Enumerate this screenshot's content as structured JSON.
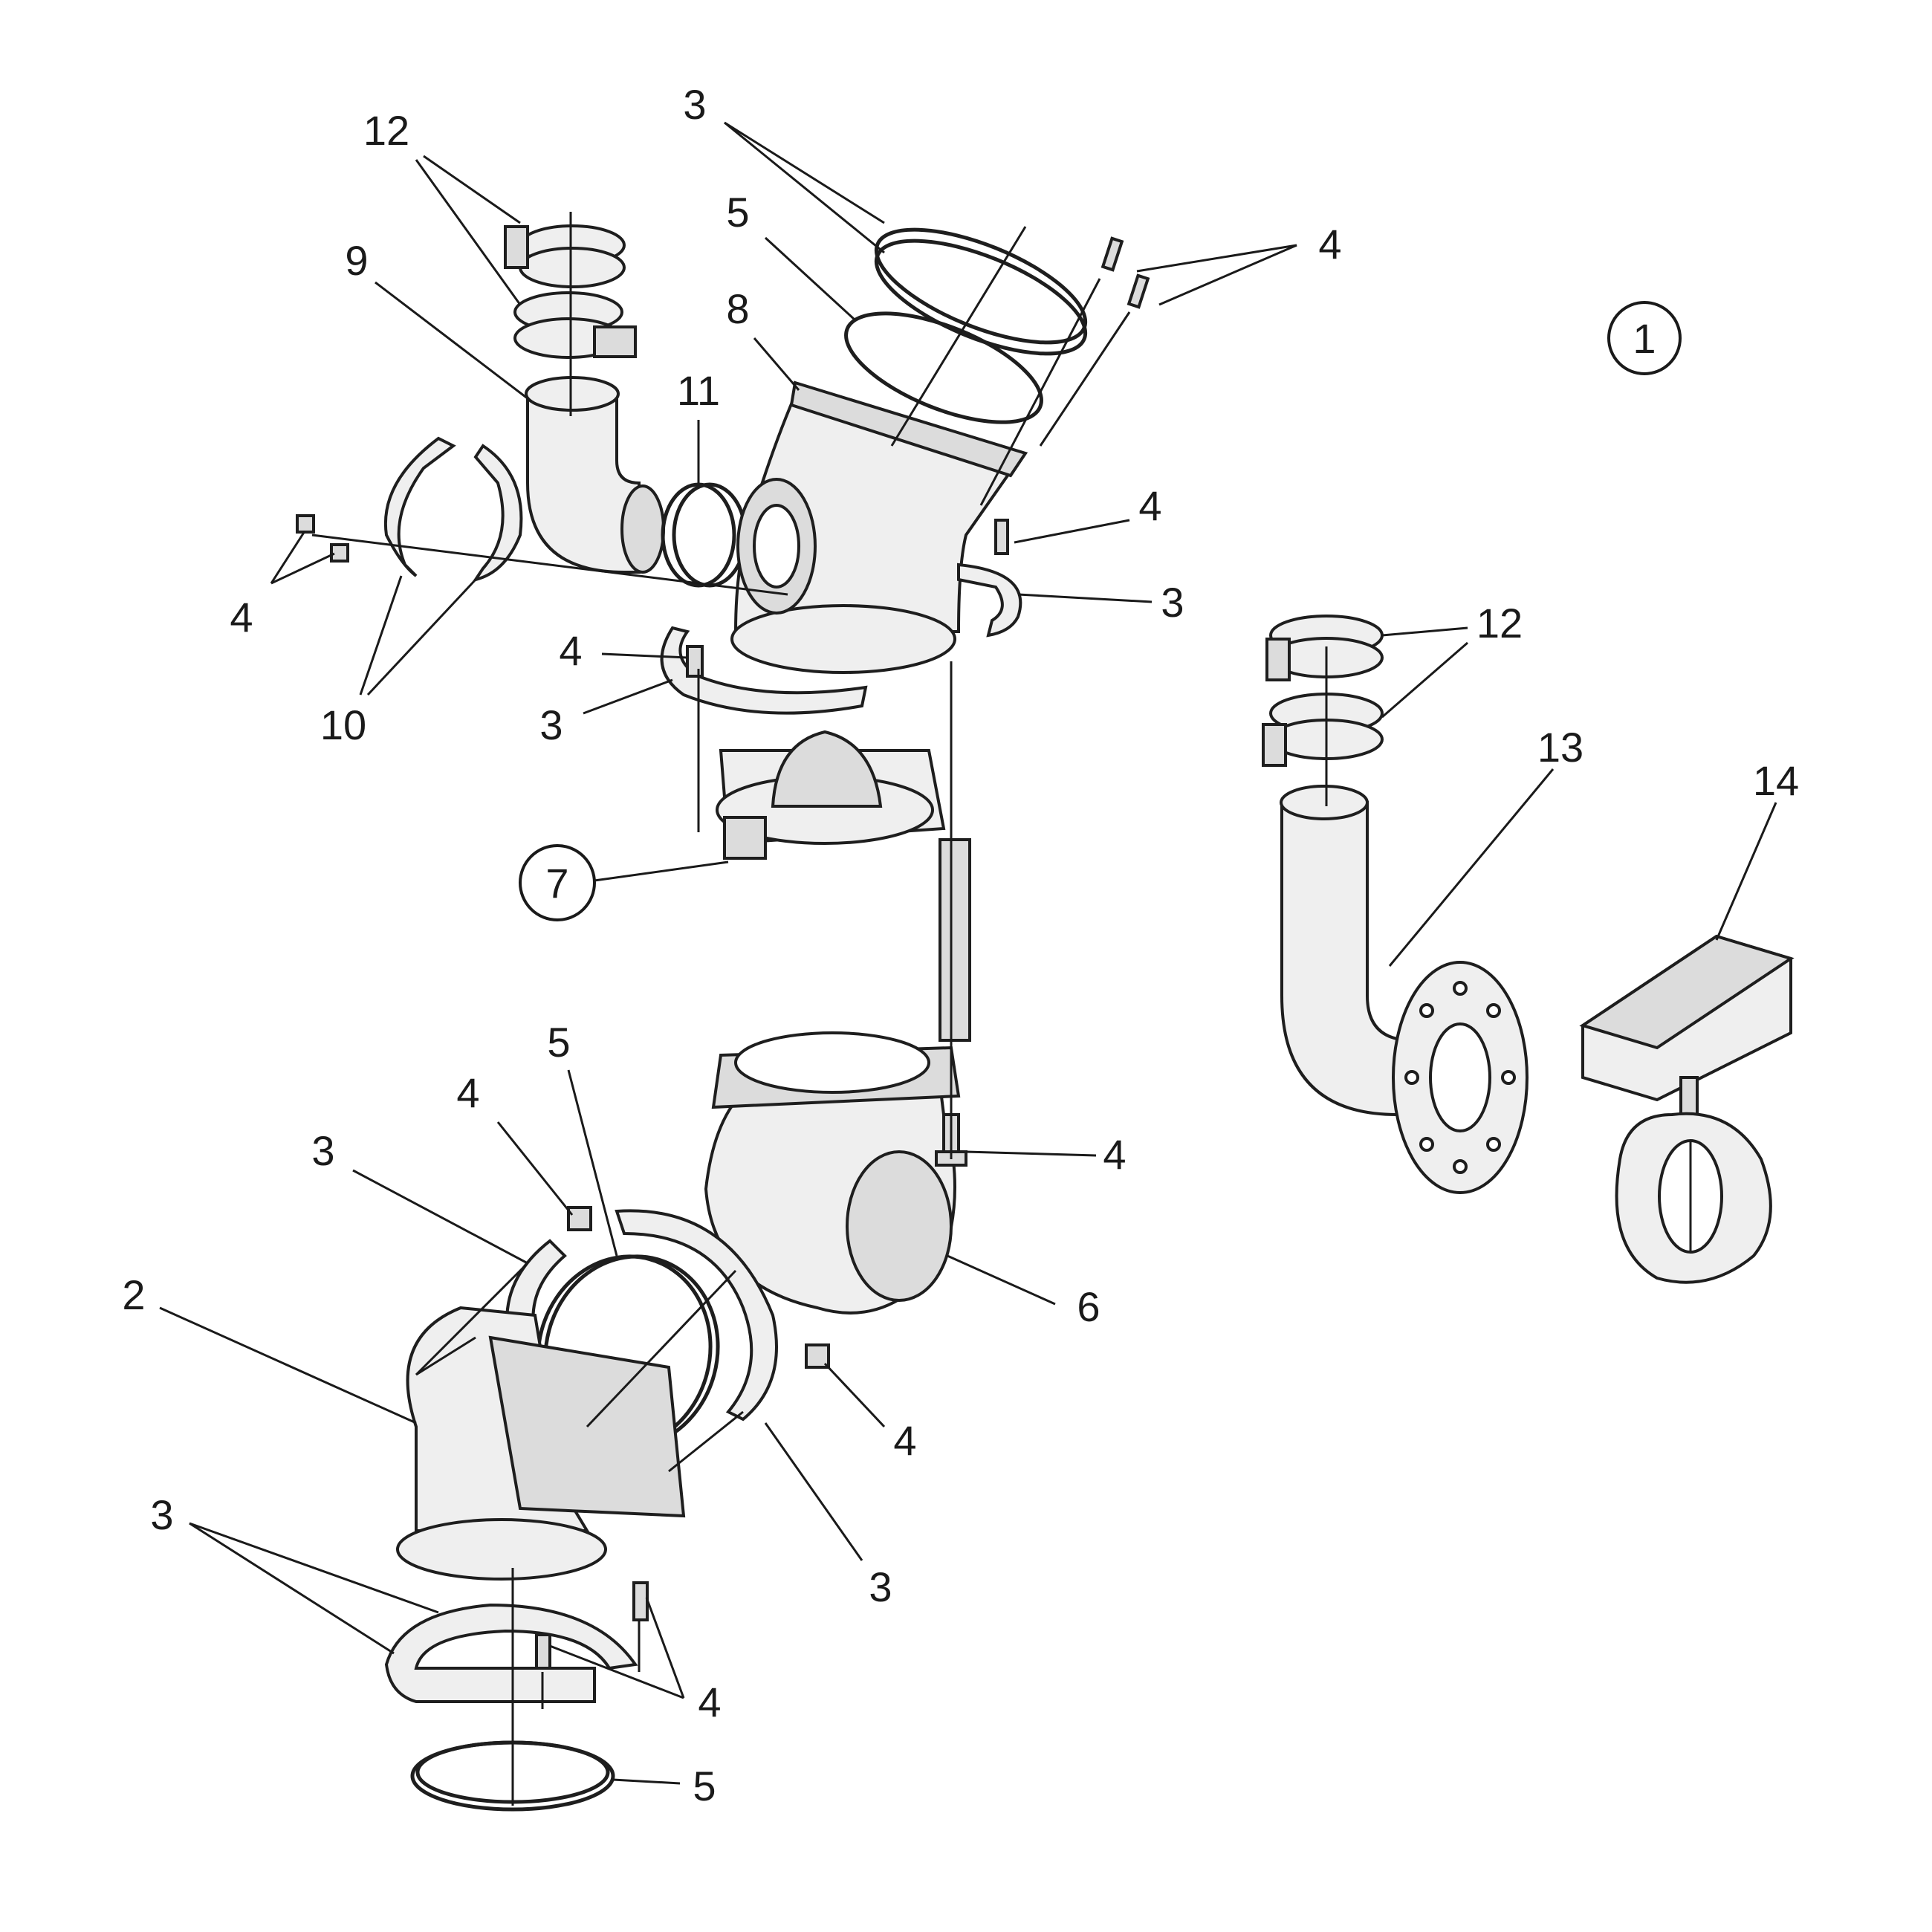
{
  "callouts": {
    "c_1": "1",
    "c_2": "2",
    "c_3_top": "3",
    "c_3_right": "3",
    "c_3_mid": "3",
    "c_3_left": "3",
    "c_3_lowright": "3",
    "c_3_bottom": "3",
    "c_4_topright": "4",
    "c_4_right": "4",
    "c_4_left": "4",
    "c_4_mid": "4",
    "c_4_lower": "4",
    "c_4_flange": "4",
    "c_4_lowmid": "4",
    "c_4_bottom": "4",
    "c_5_top": "5",
    "c_5_mid": "5",
    "c_5_bottom": "5",
    "c_6": "6",
    "c_7": "7",
    "c_8": "8",
    "c_9": "9",
    "c_10": "10",
    "c_11": "11",
    "c_12_left": "12",
    "c_12_right": "12",
    "c_13": "13",
    "c_14": "14"
  }
}
